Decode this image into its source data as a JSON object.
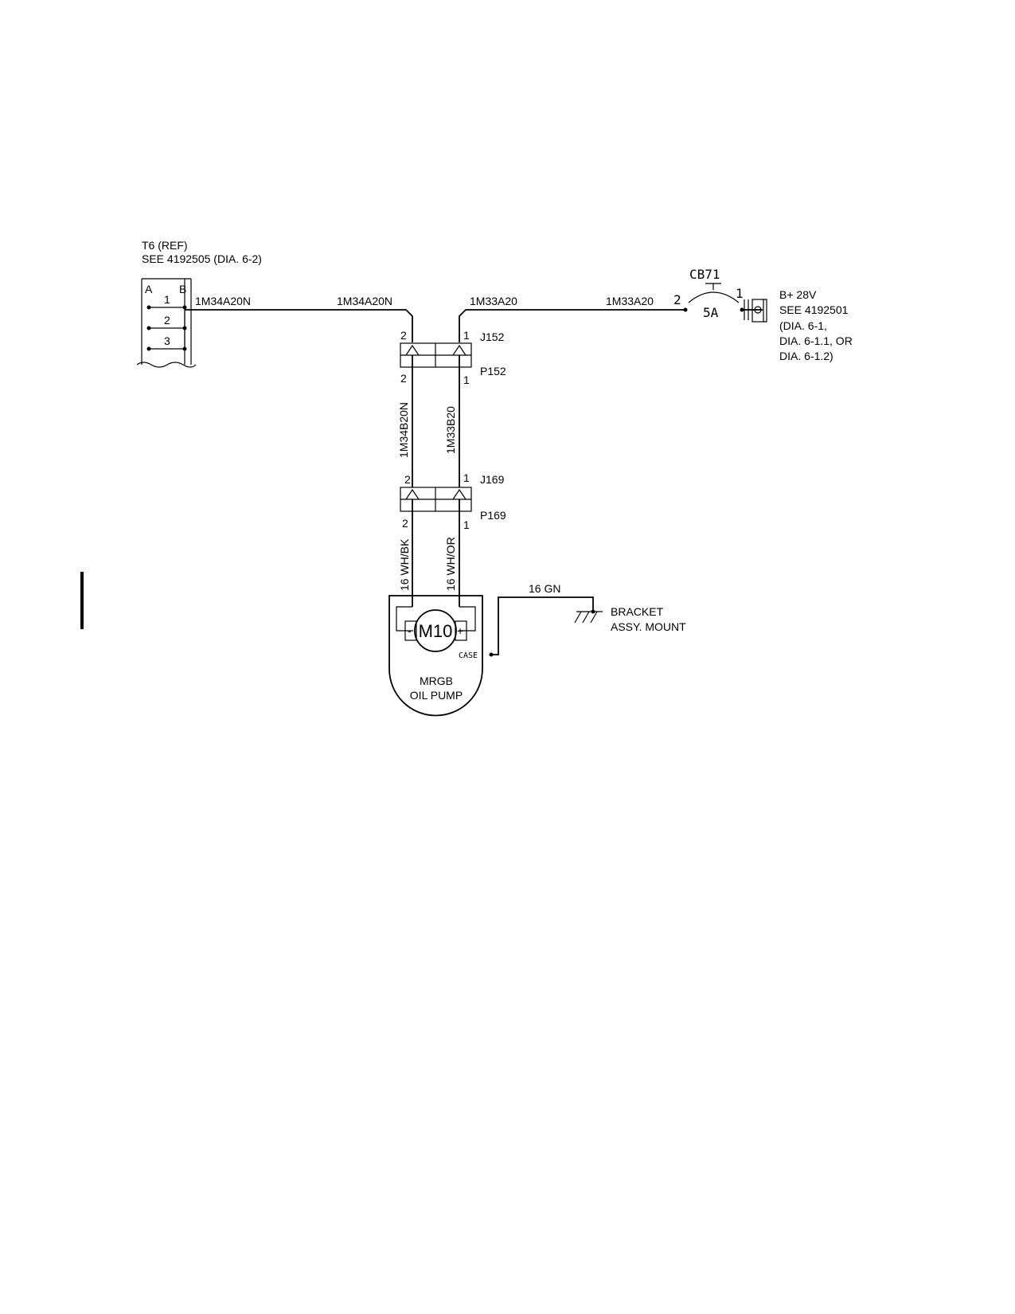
{
  "diagram": {
    "source_block": {
      "title": "T6 (REF)",
      "reference": "SEE 4192505 (DIA. 6-2)",
      "col_a": "A",
      "col_b": "B",
      "terminals": [
        "1",
        "2",
        "3"
      ]
    },
    "wires": {
      "w1M34A20N_left": "1M34A20N",
      "w1M34A20N_right": "1M34A20N",
      "w1M33A20_left": "1M33A20",
      "w1M33A20_right": "1M33A20",
      "w1M34B20N": "1M34B20N",
      "w1M33B20": "1M33B20",
      "w16WHBK": "16 WH/BK",
      "w16WHOR": "16 WH/OR",
      "w16GN": "16 GN"
    },
    "breaker": {
      "name": "CB71",
      "rating": "5A",
      "pin_in": "2",
      "pin_out": "1"
    },
    "power": {
      "label": "B+ 28V",
      "ref1": "SEE 4192501",
      "ref2": "(DIA. 6-1,",
      "ref3": "DIA. 6-1.1, OR",
      "ref4": "DIA. 6-1.2)"
    },
    "connector_j152": {
      "name_j": "J152",
      "name_p": "P152",
      "pin_left_top": "2",
      "pin_right_top": "1",
      "pin_left_bottom": "2",
      "pin_right_bottom": "1"
    },
    "connector_j169": {
      "name_j": "J169",
      "name_p": "P169",
      "pin_left_top": "2",
      "pin_right_top": "1",
      "pin_left_bottom": "2",
      "pin_right_bottom": "1"
    },
    "motor": {
      "name": "M10",
      "minus": "-",
      "plus": "+",
      "case": "CASE",
      "title1": "MRGB",
      "title2": "OIL PUMP"
    },
    "ground": {
      "line1": "BRACKET",
      "line2": "ASSY. MOUNT"
    }
  }
}
